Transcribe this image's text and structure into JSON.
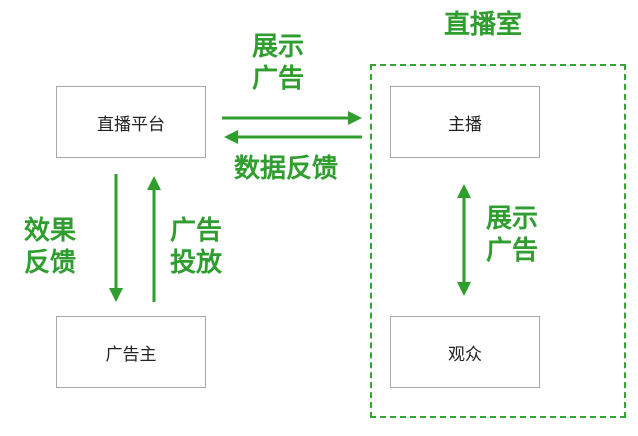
{
  "nodes": {
    "platform": "直播平台",
    "advertiser": "广告主",
    "host": "主播",
    "audience": "观众"
  },
  "room_title": "直播室",
  "edges": {
    "show_ads_top": "展示\n广告",
    "feedback_top": "数据反馈",
    "effect_feedback": "效果\n反馈",
    "ad_delivery": "广告\n投放",
    "show_ads_right": "展示\n广告"
  },
  "colors": {
    "green": "#2f9e2f",
    "box_border": "#a8a8a8"
  }
}
